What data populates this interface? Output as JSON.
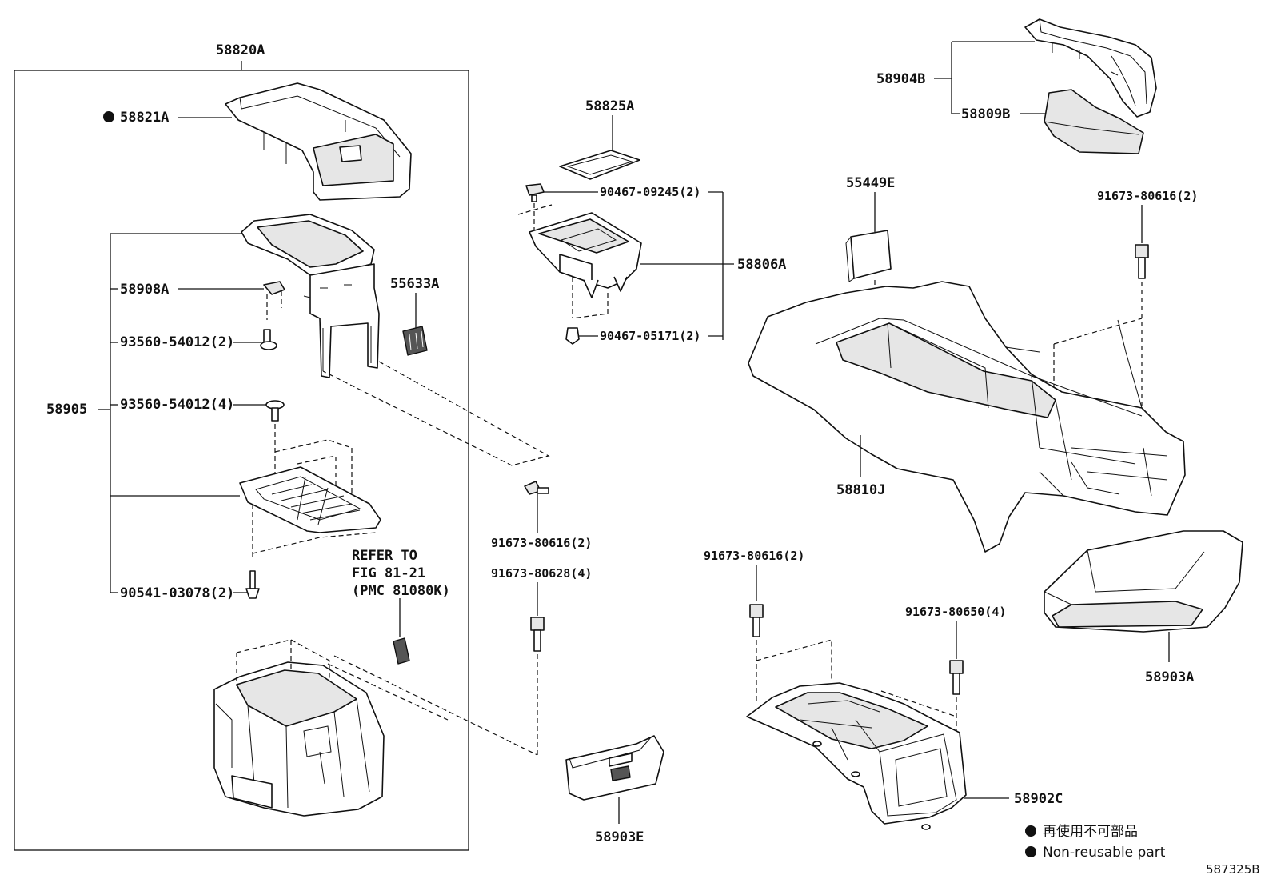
{
  "labels": {
    "p58820A": "58820A",
    "p58821A": "58821A",
    "p58908A": "58908A",
    "p93560_2": "93560-54012(2)",
    "p58905": "58905",
    "p93560_4": "93560-54012(4)",
    "p90541": "90541-03078(2)",
    "p55633A": "55633A",
    "refer1": "REFER TO",
    "refer2": "FIG 81-21",
    "refer3": "(PMC 81080K)",
    "p58825A": "58825A",
    "p90467_09245": "90467-09245(2)",
    "p58806A": "58806A",
    "p90467_05171": "90467-05171(2)",
    "p91673_80616_a": "91673-80616(2)",
    "p91673_80628": "91673-80628(4)",
    "p58903E": "58903E",
    "p58904B": "58904B",
    "p58809B": "58809B",
    "p55449E": "55449E",
    "p91673_80616_b": "91673-80616(2)",
    "p58810J": "58810J",
    "p91673_80616_c": "91673-80616(2)",
    "p91673_80650": "91673-80650(4)",
    "p58903A": "58903A",
    "p58902C": "58902C"
  },
  "legend": {
    "ja": "再使用不可部品",
    "en": "Non-reusable part"
  },
  "figure_number": "587325B"
}
